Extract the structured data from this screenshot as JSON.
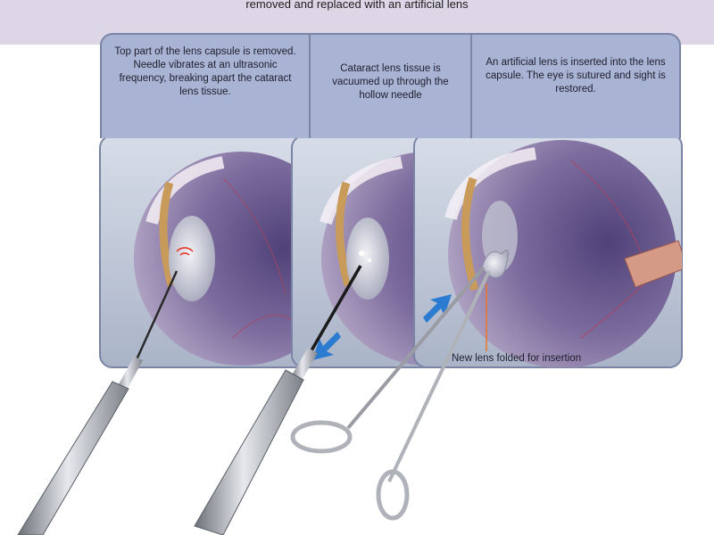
{
  "header": {
    "title": "removed and replaced with an artificial lens"
  },
  "panels": [
    {
      "caption": "Top part of the lens capsule is removed. Needle vibrates at an ultrasonic frequency, breaking apart the cataract lens tissue."
    },
    {
      "caption": "Cataract lens tissue is vacuumed up through the hollow needle"
    },
    {
      "caption": "An artificial lens is inserted into the lens capsule. The eye is sutured and sight is restored."
    }
  ],
  "callout": {
    "new_lens": "New lens folded for insertion"
  },
  "colors": {
    "caption_bg": "#a9b3d3",
    "header_bg": "#ddd6e7",
    "eye_purple": "#7b6a9a",
    "arrow_blue": "#2b7bd0",
    "callout_orange": "#e8742a"
  }
}
